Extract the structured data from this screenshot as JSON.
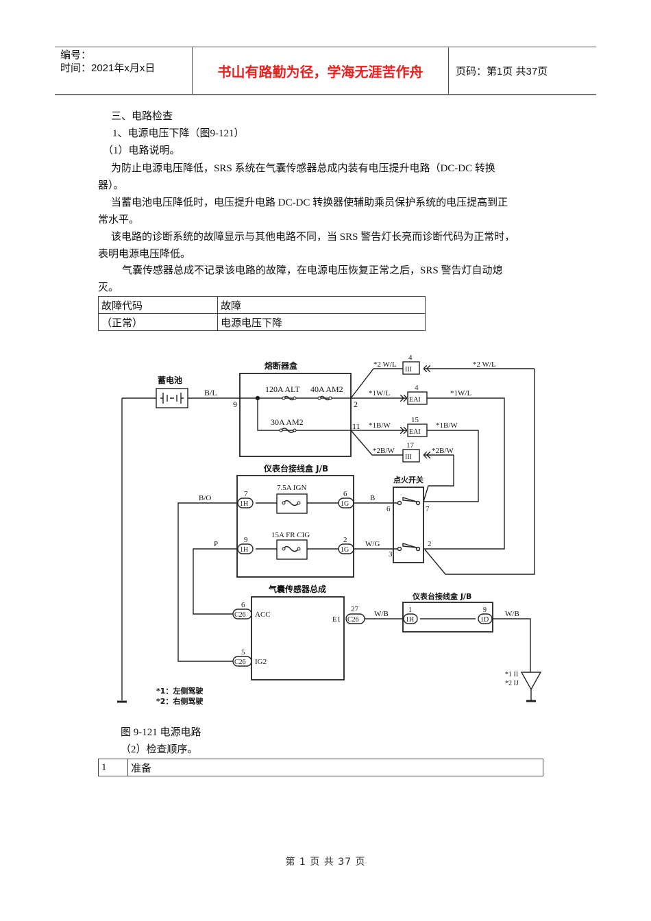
{
  "header": {
    "doc_no_label": "编号：",
    "time_label": "时间：2021年x月x日",
    "motto": "书山有路勤为径，学海无涯苦作舟",
    "page_info": "页码：第1页  共37页"
  },
  "body": {
    "section_title": "三、电路检查",
    "subsection_title": "1、电源电压下降（图9-121）",
    "item1_title": "（1）电路说明。",
    "para1_line1": "为防止电源电压降低，SRS 系统在气囊传感器总成内装有电压提升电路（DC-DC 转换",
    "para1_line2": "器）。",
    "para2_line1": "当蓄电池电压降低时，电压提升电路 DC-DC 转换器使辅助乘员保护系统的电压提高到正",
    "para2_line2": "常水平。",
    "para3_line1": "该电路的诊断系统的故障显示与其他电路不同，当 SRS 警告灯长亮而诊断代码为正常时，",
    "para3_line2": "表明电源电压降低。",
    "para4_line1": "气囊传感器总成不记录该电路的故障，在电源电压恢复正常之后，SRS 警告灯自动熄",
    "para4_line2": "灭。",
    "fault_table": {
      "headers": [
        "故障代码",
        "故障"
      ],
      "rows": [
        [
          "（正常）",
          "电源电压下降"
        ]
      ]
    },
    "figure_caption": "图 9-121  电源电路",
    "item2_title": "（2）检查顺序。",
    "steps_table": {
      "rows": [
        [
          "1",
          "准备"
        ]
      ]
    }
  },
  "diagram": {
    "battery_label": "蓄电池",
    "fuse_box_label": "熔断器盒",
    "wire_bl": "B/L",
    "pin_9": "9",
    "fuse_alt": "120A  ALT",
    "fuse_am2_40": "40A  AM2",
    "fuse_am2_30": "30A  AM2",
    "pin_2": "2",
    "pin_11": "11",
    "conn_iii_top": {
      "pin": "4",
      "label": "III"
    },
    "conn_eai_1": {
      "pin": "4",
      "label": "EAI"
    },
    "conn_eai_2": {
      "pin": "15",
      "label": "EAI"
    },
    "conn_iii_bot": {
      "pin": "17",
      "label": "III"
    },
    "wire_wl_2": "*2 W/L",
    "wire_wl_1": "*1W/L",
    "wire_bw_1": "*1B/W",
    "wire_bw_2": "*2B/W",
    "jb_label": "仪表台接线盒  J/B",
    "fuse_ign": "7.5A IGN",
    "fuse_cig": "15A FR CIG",
    "conn_1h": "1H",
    "conn_1g": "1G",
    "pin_7": "7",
    "pin_6": "6",
    "pin_9b": "9",
    "pin_2b": "2",
    "wire_bo": "B/O",
    "wire_p": "P",
    "wire_b": "B",
    "wire_wg": "W/G",
    "ign_switch_label": "点火开关",
    "sw_pin_6": "6",
    "sw_pin_7": "7",
    "sw_pin_3": "3",
    "sw_pin_2": "2",
    "sensor_label": "气囊传感器总成",
    "conn_c26": "C26",
    "acc_pin": "6",
    "acc_label": "ACC",
    "ig2_pin": "5",
    "ig2_label": "IG2",
    "e1_label": "E1",
    "e1_pin": "27",
    "wire_wb": "W/B",
    "jb2_label": "仪表台接线盒  J/B",
    "jb2_pin_1": "1",
    "jb2_pin_9": "9",
    "conn_1d": "1D",
    "ground_1": "*1 II",
    "ground_2": "*2 IJ",
    "note_1": "*1：左侧驾驶",
    "note_2": "*2：右侧驾驶"
  },
  "footer": {
    "page_text": "第 1 页 共 37 页"
  }
}
